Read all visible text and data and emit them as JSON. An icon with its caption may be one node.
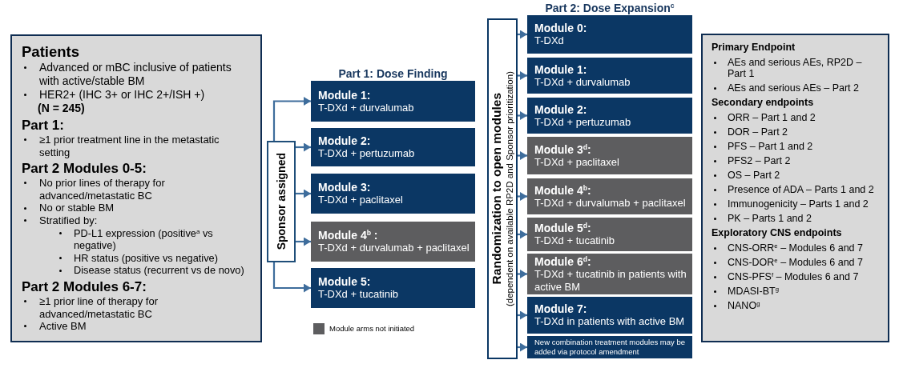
{
  "diagram": {
    "nodes": [
      {
        "text": [
          "Patients",
          "Advanced or mBC inclusive of patients with active/stable BM",
          "HER2+ (IHC 3+ or IHC 2+/ISH +)",
          "(N = 245)",
          "Part 1:",
          "≥1 prior treatment line in the metastatic setting",
          "Part 2 Modules 0-5:",
          "No prior lines of therapy for advanced/metastatic BC",
          "No or stable BM",
          "Stratified by:",
          "PD-L1 expression (positive$^{a}$ vs negative)",
          "HR status (positive vs negative)",
          "Disease status (recurrent vs de novo)",
          "Part 2 Modules 6-7:",
          "≥1 prior line of therapy for advanced/metastatic BC",
          "Active BM"
        ]
      },
      {
        "text": [
          "Sponsor assigned"
        ]
      },
      {
        "text": [
          "Module 1:",
          "T-DXd + durvalumab"
        ]
      },
      {
        "text": [
          "Module 2:",
          "T-DXd + pertuzumab"
        ]
      },
      {
        "text": [
          "Module 3:",
          "T-DXd + paclitaxel"
        ]
      },
      {
        "text": [
          "Module 4$^{b}$ :",
          "T-DXd + durvalumab + paclitaxel"
        ]
      },
      {
        "text": [
          "Module 5:",
          "T-DXd + tucatinib"
        ]
      },
      {
        "text": [
          "Randomization to open modules",
          "(dependent on available RP2D and Sponsor prioritization)"
        ]
      },
      {
        "text": [
          "Module 0:",
          "T-DXd"
        ]
      },
      {
        "text": [
          "Module 1:",
          "T-DXd + durvalumab"
        ]
      },
      {
        "text": [
          "Module 2:",
          "T-DXd + pertuzumab"
        ]
      },
      {
        "text": [
          "Module 3$^{d}$:",
          "T-DXd + paclitaxel"
        ]
      },
      {
        "text": [
          "Module 4$^{b}$:",
          "T-DXd + durvalumab + paclitaxel"
        ]
      },
      {
        "text": [
          "Module 5$^{d}$:",
          "T-DXd + tucatinib"
        ]
      },
      {
        "text": [
          "Module 6$^{d}$:",
          "T-DXd + tucatinib in patients with active BM"
        ]
      },
      {
        "text": [
          "Module 7:",
          "T-DXd in patients with active BM"
        ]
      },
      {
        "text": [
          "New combination treatment modules may be added via protocol amendment"
        ]
      },
      {
        "text": [
          "Primary Endpoint",
          "AEs and serious AEs, RP2D – Part 1",
          "AEs and serious AEs – Part 2",
          "Secondary endpoints",
          "ORR – Part 1 and 2",
          "DOR – Part 2",
          "PFS – Part 1 and 2",
          "PFS2 – Part 2",
          "OS – Part 2",
          "Presence of ADA – Parts 1 and 2",
          "Immunogenicity – Parts 1 and 2",
          "PK – Parts 1 and 2",
          "Exploratory CNS endpoints",
          "CNS-ORR$^{e}$ – Modules 6 and 7",
          "CNS-DOR$^{e}$ – Modules 6 and 7",
          "CNS-PFS$^{f}$ – Modules 6 and 7",
          "MDASI-BT$^{g}$",
          "NANO$^{g}$"
        ]
      }
    ],
    "edges": [
      {
        "from": 1,
        "to": 2,
        "arrow": "to"
      },
      {
        "from": 1,
        "to": 3,
        "arrow": "to"
      },
      {
        "from": 1,
        "to": 4,
        "arrow": "to"
      },
      {
        "from": 1,
        "to": 5,
        "arrow": "to"
      },
      {
        "from": 1,
        "to": 6,
        "arrow": "to"
      },
      {
        "from": 7,
        "to": 8,
        "arrow": "to"
      },
      {
        "from": 7,
        "to": 9,
        "arrow": "to"
      },
      {
        "from": 7,
        "to": 10,
        "arrow": "to"
      },
      {
        "from": 7,
        "to": 11,
        "arrow": "to"
      },
      {
        "from": 7,
        "to": 12,
        "arrow": "to"
      },
      {
        "from": 7,
        "to": 13,
        "arrow": "to"
      },
      {
        "from": 7,
        "to": 14,
        "arrow": "to"
      },
      {
        "from": 7,
        "to": 15,
        "arrow": "to"
      },
      {
        "from": 7,
        "to": 16,
        "arrow": "to"
      }
    ],
    "labels": [
      "Part 1: Dose Finding",
      "Part 2: Dose Expansion$^{c}$"
    ],
    "legend": [
      {
        "text": "Module arms not initiated",
        "color": "#5d5d5f"
      }
    ]
  }
}
